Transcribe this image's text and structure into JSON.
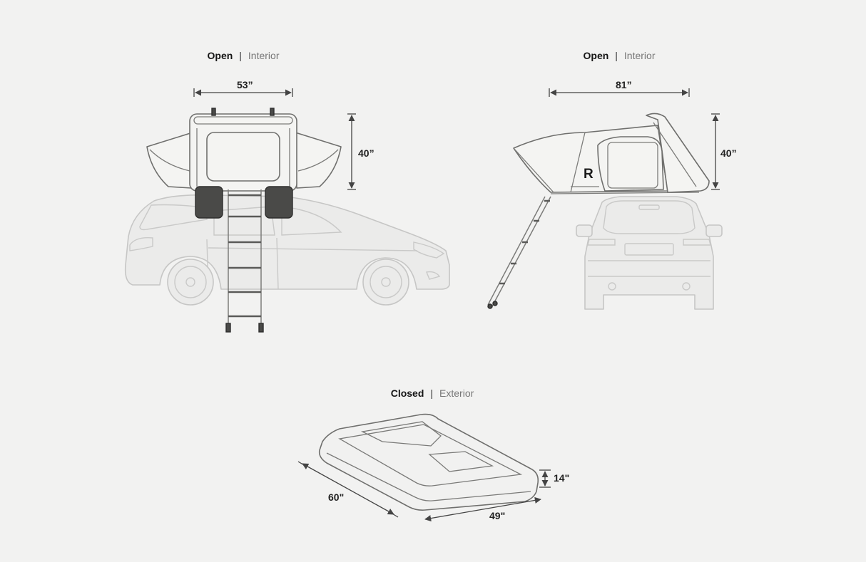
{
  "panels": {
    "side": {
      "strong": "Open",
      "sep": "|",
      "light": "Interior"
    },
    "rear": {
      "strong": "Open",
      "sep": "|",
      "light": "Interior"
    },
    "closed": {
      "strong": "Closed",
      "sep": "|",
      "light": "Exterior"
    }
  },
  "dimensions": {
    "side_width": "53”",
    "side_height": "40”",
    "rear_length": "81”",
    "rear_height": "40”",
    "closed_height": "14\"",
    "closed_length": "60\"",
    "closed_width": "49\""
  },
  "logo_letter": "R"
}
